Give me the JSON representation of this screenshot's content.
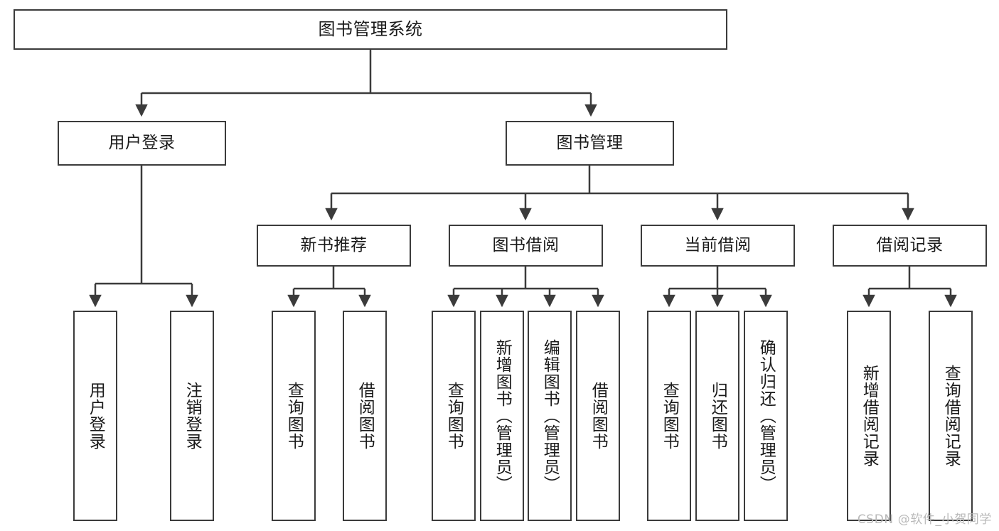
{
  "diagram": {
    "title": "图书管理系统",
    "type": "tree-hierarchy",
    "watermark": "CSDN @软件_小贺同学",
    "accent_border_color": "#3b3b3b",
    "background_color": "#ffffff",
    "nodes": {
      "root": {
        "label": "图书管理系统"
      },
      "level1": [
        {
          "label": "用户登录"
        },
        {
          "label": "图书管理"
        }
      ],
      "level2": [
        {
          "label": "新书推荐"
        },
        {
          "label": "图书借阅"
        },
        {
          "label": "当前借阅"
        },
        {
          "label": "借阅记录"
        }
      ],
      "leaves": [
        {
          "label": "用户登录",
          "parent": "用户登录"
        },
        {
          "label": "注销登录",
          "parent": "用户登录"
        },
        {
          "label": "查询图书",
          "parent": "新书推荐"
        },
        {
          "label": "借阅图书",
          "parent": "新书推荐"
        },
        {
          "label": "查询图书",
          "parent": "图书借阅"
        },
        {
          "label": "新增图书（管理员）",
          "parent": "图书借阅"
        },
        {
          "label": "编辑图书（管理员）",
          "parent": "图书借阅"
        },
        {
          "label": "借阅图书",
          "parent": "图书借阅"
        },
        {
          "label": "查询图书",
          "parent": "当前借阅"
        },
        {
          "label": "归还图书",
          "parent": "当前借阅"
        },
        {
          "label": "确认归还（管理员）",
          "parent": "当前借阅"
        },
        {
          "label": "新增借阅记录",
          "parent": "借阅记录"
        },
        {
          "label": "查询借阅记录",
          "parent": "借阅记录"
        }
      ]
    }
  }
}
